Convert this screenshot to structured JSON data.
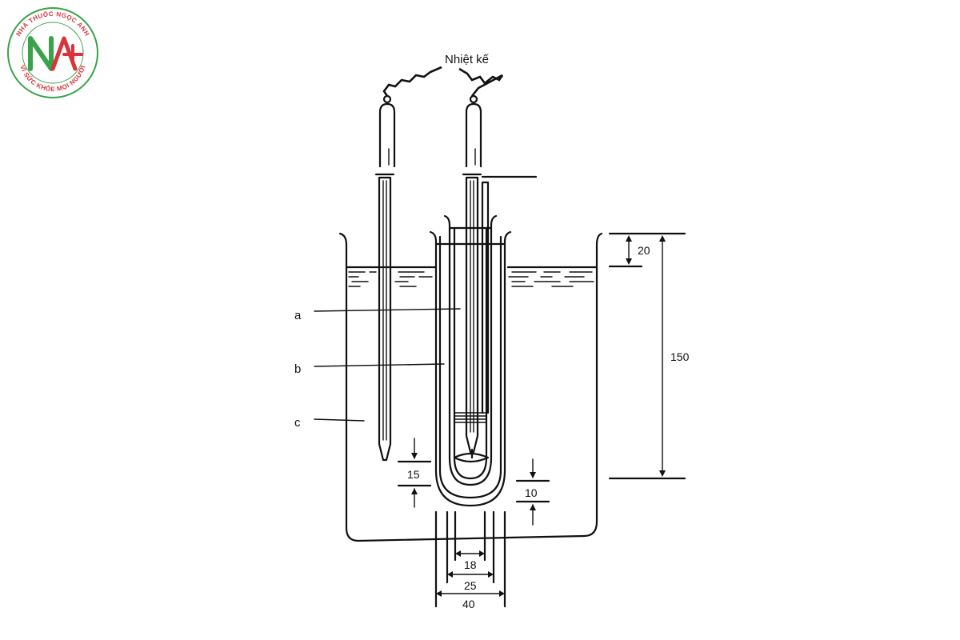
{
  "logo": {
    "top_text": "NHÀ THUỐC NGỌC ANH",
    "bottom_text": "VÌ SỨC KHỎE MỌI NGƯỜI",
    "mark": "NA",
    "green": "#3aa24a",
    "red": "#d9333b"
  },
  "diagram": {
    "thermometer_label": "Nhiệt kế",
    "labels": {
      "a": "a",
      "b": "b",
      "c": "c"
    },
    "dimensions": {
      "top_gap": "20",
      "height": "150",
      "thermo_gap": "15",
      "bottom_gap": "10",
      "inner_diameter": "18",
      "middle_diameter": "25",
      "outer_diameter": "40"
    }
  }
}
